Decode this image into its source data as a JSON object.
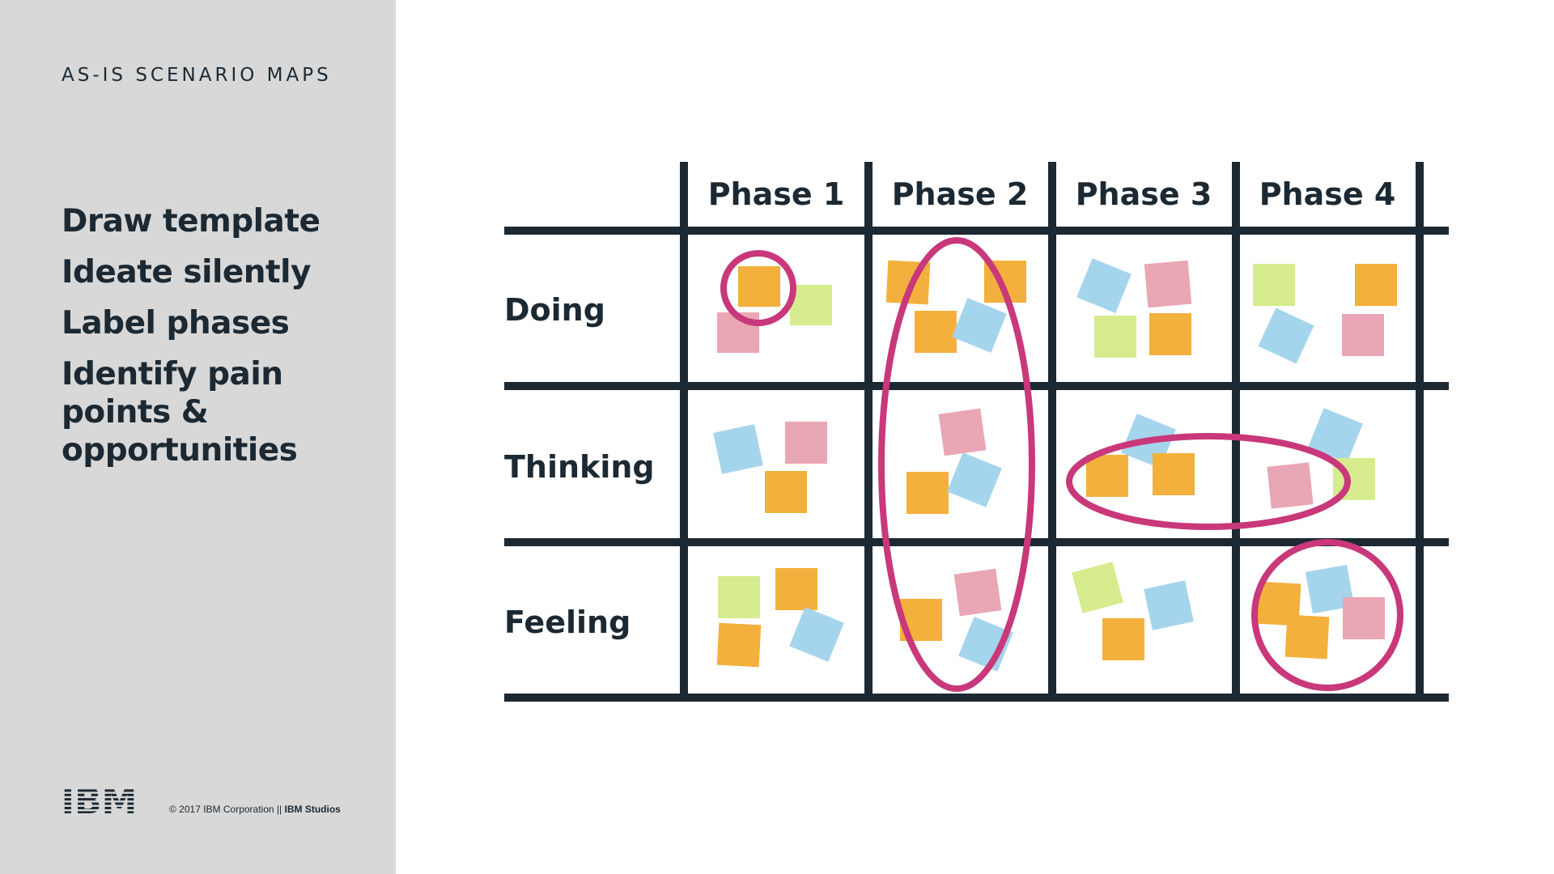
{
  "sidebar": {
    "eyebrow": "AS-IS SCENARIO MAPS",
    "steps": [
      "Draw template",
      "Ideate silently",
      "Label phases",
      "Identify pain points & opportunities"
    ]
  },
  "footer": {
    "logo_text": "IBM",
    "copyright": "© 2017 IBM Corporation",
    "separator": "||",
    "studio": "IBM Studios"
  },
  "map": {
    "phases": [
      "Phase 1",
      "Phase 2",
      "Phase 3",
      "Phase 4"
    ],
    "rows": [
      "Doing",
      "Thinking",
      "Feeling"
    ],
    "line_color": "#1c2933",
    "highlight_color": "#c8387a",
    "note_colors": {
      "orange": "#f4b03c",
      "pink": "#e9a6b4",
      "green": "#d6ec8f",
      "blue": "#a5d5ec"
    }
  }
}
